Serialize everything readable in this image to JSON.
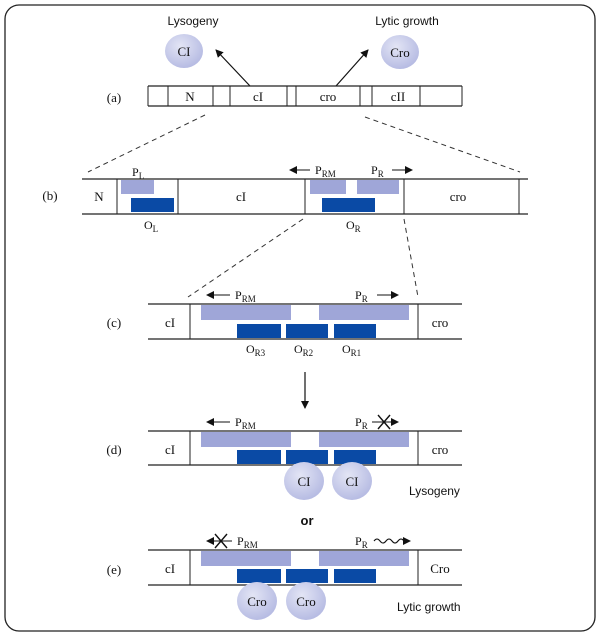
{
  "top": {
    "lysogeny_label": "Lysogeny",
    "lytic_label": "Lytic growth",
    "ci_bubble": "CI",
    "cro_bubble": "Cro"
  },
  "row_a": {
    "label": "(a)",
    "segments": [
      "N",
      "cI",
      "cro",
      "cII"
    ]
  },
  "row_b": {
    "label": "(b)",
    "segments": [
      "N",
      "cI",
      "cro"
    ],
    "pl": "P",
    "pl_sub": "L",
    "prm": "P",
    "prm_sub": "RM",
    "pr": "P",
    "pr_sub": "R",
    "ol": "O",
    "ol_sub": "L",
    "or": "O",
    "or_sub": "R"
  },
  "row_c": {
    "label": "(c)",
    "left": "cI",
    "right": "cro",
    "prm": "P",
    "prm_sub": "RM",
    "pr": "P",
    "pr_sub": "R",
    "or3": "O",
    "or3_sub": "R3",
    "or2": "O",
    "or2_sub": "R2",
    "or1": "O",
    "or1_sub": "R1"
  },
  "row_d": {
    "label": "(d)",
    "left": "cI",
    "right": "cro",
    "prm": "P",
    "prm_sub": "RM",
    "pr": "P",
    "pr_sub": "R",
    "bubble1": "CI",
    "bubble2": "CI",
    "caption": "Lysogeny"
  },
  "or_word": "or",
  "row_e": {
    "label": "(e)",
    "left": "cI",
    "right": "Cro",
    "prm": "P",
    "prm_sub": "RM",
    "pr": "P",
    "pr_sub": "R",
    "bubble1": "Cro",
    "bubble2": "Cro",
    "caption": "Lytic growth"
  },
  "colors": {
    "promoter": "#9fa6d8",
    "operator": "#0a4aa5",
    "bubble": "#c7cbe9",
    "border": "#222222"
  }
}
